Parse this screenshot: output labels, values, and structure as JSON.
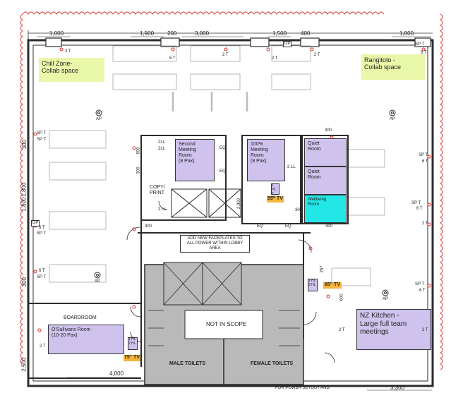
{
  "dimensions_top": [
    "1,000",
    "1,900",
    "200",
    "3,000",
    "1,500",
    "400",
    "1,800"
  ],
  "dimensions_bottom": [
    "4,000",
    "3,300"
  ],
  "dimensions_left": [
    "300",
    "1,800",
    "1,800",
    "300",
    "2,500"
  ],
  "dimensions_misc": [
    "690",
    "300",
    "300",
    "300",
    "300",
    "300",
    "2,800",
    "267",
    "600"
  ],
  "zones": {
    "chill": "Chill Zone-\nCollab space",
    "rangitoto": "Rangitoto -\nCollab space",
    "second_meeting": "Second\nMeeting\nRoom\n(8 Pax)",
    "hundred_meeting": "100%\nMeeting\nRoom\n(8 Pax)",
    "quiet1": "Quiet\nRoom",
    "quiet2": "Quiet\nRoom",
    "wellbeing": "Wellbeing\nRoom",
    "osullivans": "O'Sullivans Room\n(10-20 Pax)",
    "kitchen": "NZ Kitchen -\nLarge full team\nmeetings"
  },
  "tv": {
    "tv55a": "55\" TV",
    "tv65": "65\" TV",
    "tv75": "75\" TV"
  },
  "labels": {
    "copy_print": "COPY/\nPRINT",
    "faceplates": "ADD NEW FACEPLATES TO\nALL POWER WITHIN LOBBY\nAREA",
    "boardroom": "BOARDROOM",
    "not_in_scope": "NOT IN SCOPE",
    "male_toilets": "MALE TOILETS",
    "female_toilets": "FEMALE TOILETS",
    "power_setout": "FOR POWER SETOUT AND",
    "ap1": "AP",
    "ap2": "AP",
    "ap3": "AP",
    "ap4": "AP",
    "dp1": "DP",
    "dp2": "DP",
    "eq1": "EQ",
    "eq2": "EQ",
    "eq3": "EQ",
    "eq4": "EQ",
    "twoll_a": "2LL",
    "twoll_b": "2LL",
    "twoll_c": "2 LL",
    "twoll_d": "2 LL",
    "hdmi_a": "1 HL\n2 HL",
    "hdmi_b": "1 HL\n2 HL",
    "hdmi_c": "1 HL\n2 HL",
    "sp_t": [
      "SP T",
      "SP T",
      "SP T",
      "SP T",
      "SP T",
      "SP T",
      "SP T",
      "SP T"
    ],
    "six_t": [
      "6 T",
      "6 T",
      "6 T",
      "6 T",
      "6 T",
      "6 T",
      "6 T"
    ],
    "two_t": [
      "2 T",
      "2 T",
      "2 T",
      "2 T",
      "2 T",
      "2 T",
      "2 T",
      "2 T"
    ]
  },
  "colors": {
    "wall": "#2b2b2b",
    "green": "#e9f7a8",
    "purple": "#cfc3ee",
    "cyan": "#23e7e7",
    "orange": "#f6b43a",
    "toilet_gray": "#b9b9b9",
    "cloud": "#e05656"
  }
}
